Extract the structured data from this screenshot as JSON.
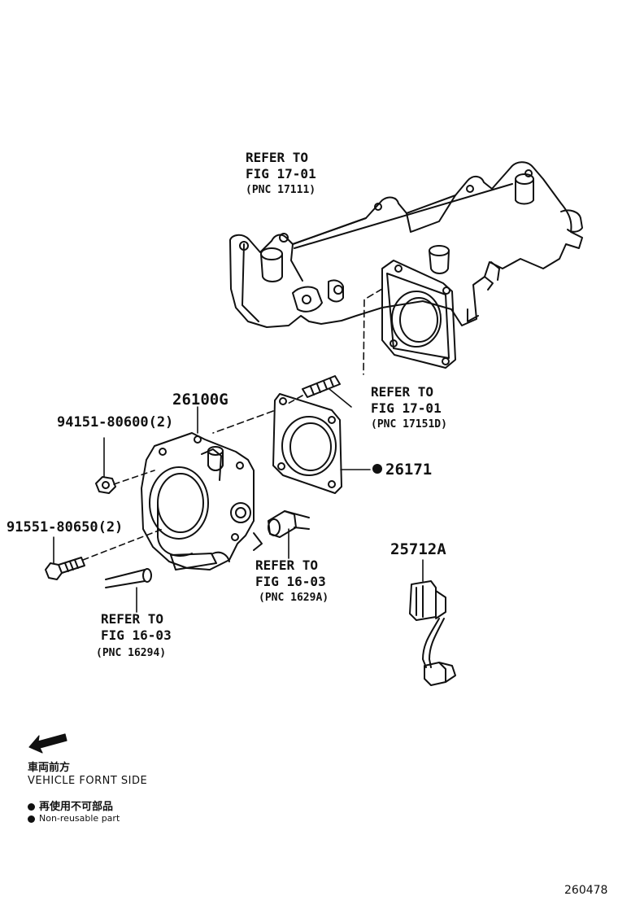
{
  "callouts": {
    "manifold_ref": {
      "line1": "REFER TO",
      "line2": "FIG 17-01",
      "pnc": "(PNC 17111)"
    },
    "stud_ref": {
      "line1": "REFER TO",
      "line2": "FIG 17-01",
      "pnc": "(PNC 17151D)"
    },
    "hose_right_ref": {
      "line1": "REFER TO",
      "line2": "FIG 16-03",
      "pnc": "(PNC 1629A)"
    },
    "hose_left_ref": {
      "line1": "REFER TO",
      "line2": "FIG 16-03",
      "pnc": "(PNC 16294)"
    }
  },
  "parts": {
    "throttle_body": "26100G",
    "nut": "94151-80600(2)",
    "bolt": "91551-80650(2)",
    "gasket": "26171",
    "connector": "25712A"
  },
  "legend": {
    "direction_jp": "車両前方",
    "direction_en": "VEHICLE FORNT SIDE",
    "nonreuse_jp": "再使用不可部品",
    "nonreuse_en": "Non-reusable part"
  },
  "figure_number": "260478",
  "icons": [
    "front-arrow-icon",
    "non-reusable-dot-icon"
  ]
}
